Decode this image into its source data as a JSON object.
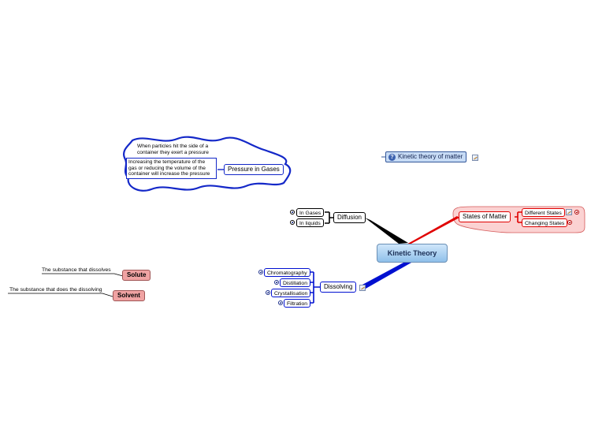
{
  "central_topic": "Kinetic Theory",
  "branches": {
    "states_of_matter": {
      "label": "States of Matter",
      "color": "#e00000",
      "children": [
        "Different States",
        "Changing States"
      ]
    },
    "diffusion": {
      "label": "Diffusion",
      "color": "#000000",
      "children": [
        "In Gases",
        "In liquids"
      ]
    },
    "dissolving": {
      "label": "Dissolving",
      "color": "#0010d0",
      "children": [
        "Chromatography",
        "Distillation",
        "Crystallisation",
        "Filtration"
      ]
    }
  },
  "floating_topics": {
    "kinetic_theory_of_matter": {
      "label": "Kinetic theory of matter",
      "icon": "question-icon"
    },
    "pressure_in_gases": {
      "label": "Pressure in Gases",
      "notes": [
        "When particles hit the side of a container they exert a pressure",
        "Increasing the temperature of the gas or reducing the volume of the container will increase the pressure"
      ]
    },
    "solute": {
      "label": "Solute",
      "description": "The substance that dissolves"
    },
    "solvent": {
      "label": "Solvent",
      "description": "The substance that does the dissolving"
    }
  },
  "colors": {
    "central_fill": "#8fc0ea",
    "states_highlight": "#fbd2d2",
    "pressure_outline": "#1428c8",
    "floater_red": "#f0a3a3",
    "kt_fill": "#c7dbf5"
  }
}
